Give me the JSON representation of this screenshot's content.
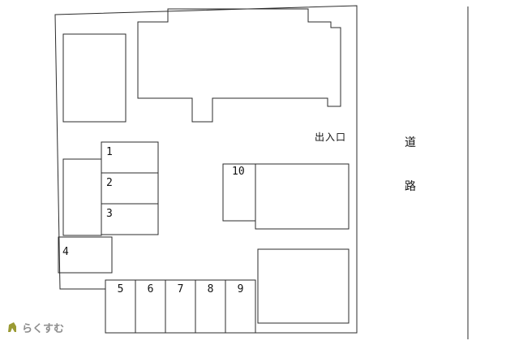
{
  "labels": {
    "entrance": "出入口",
    "road_char_1": "道",
    "road_char_2": "路"
  },
  "spaces": [
    "1",
    "2",
    "3",
    "4",
    "5",
    "6",
    "7",
    "8",
    "9",
    "10"
  ],
  "logo": {
    "text": "らくすむ"
  },
  "colors": {
    "background": "#ffffff",
    "line": "#2b2b2b",
    "label_text": "#111111",
    "logo_icon": "#9a9a33",
    "logo_text": "#8c8c8c"
  }
}
